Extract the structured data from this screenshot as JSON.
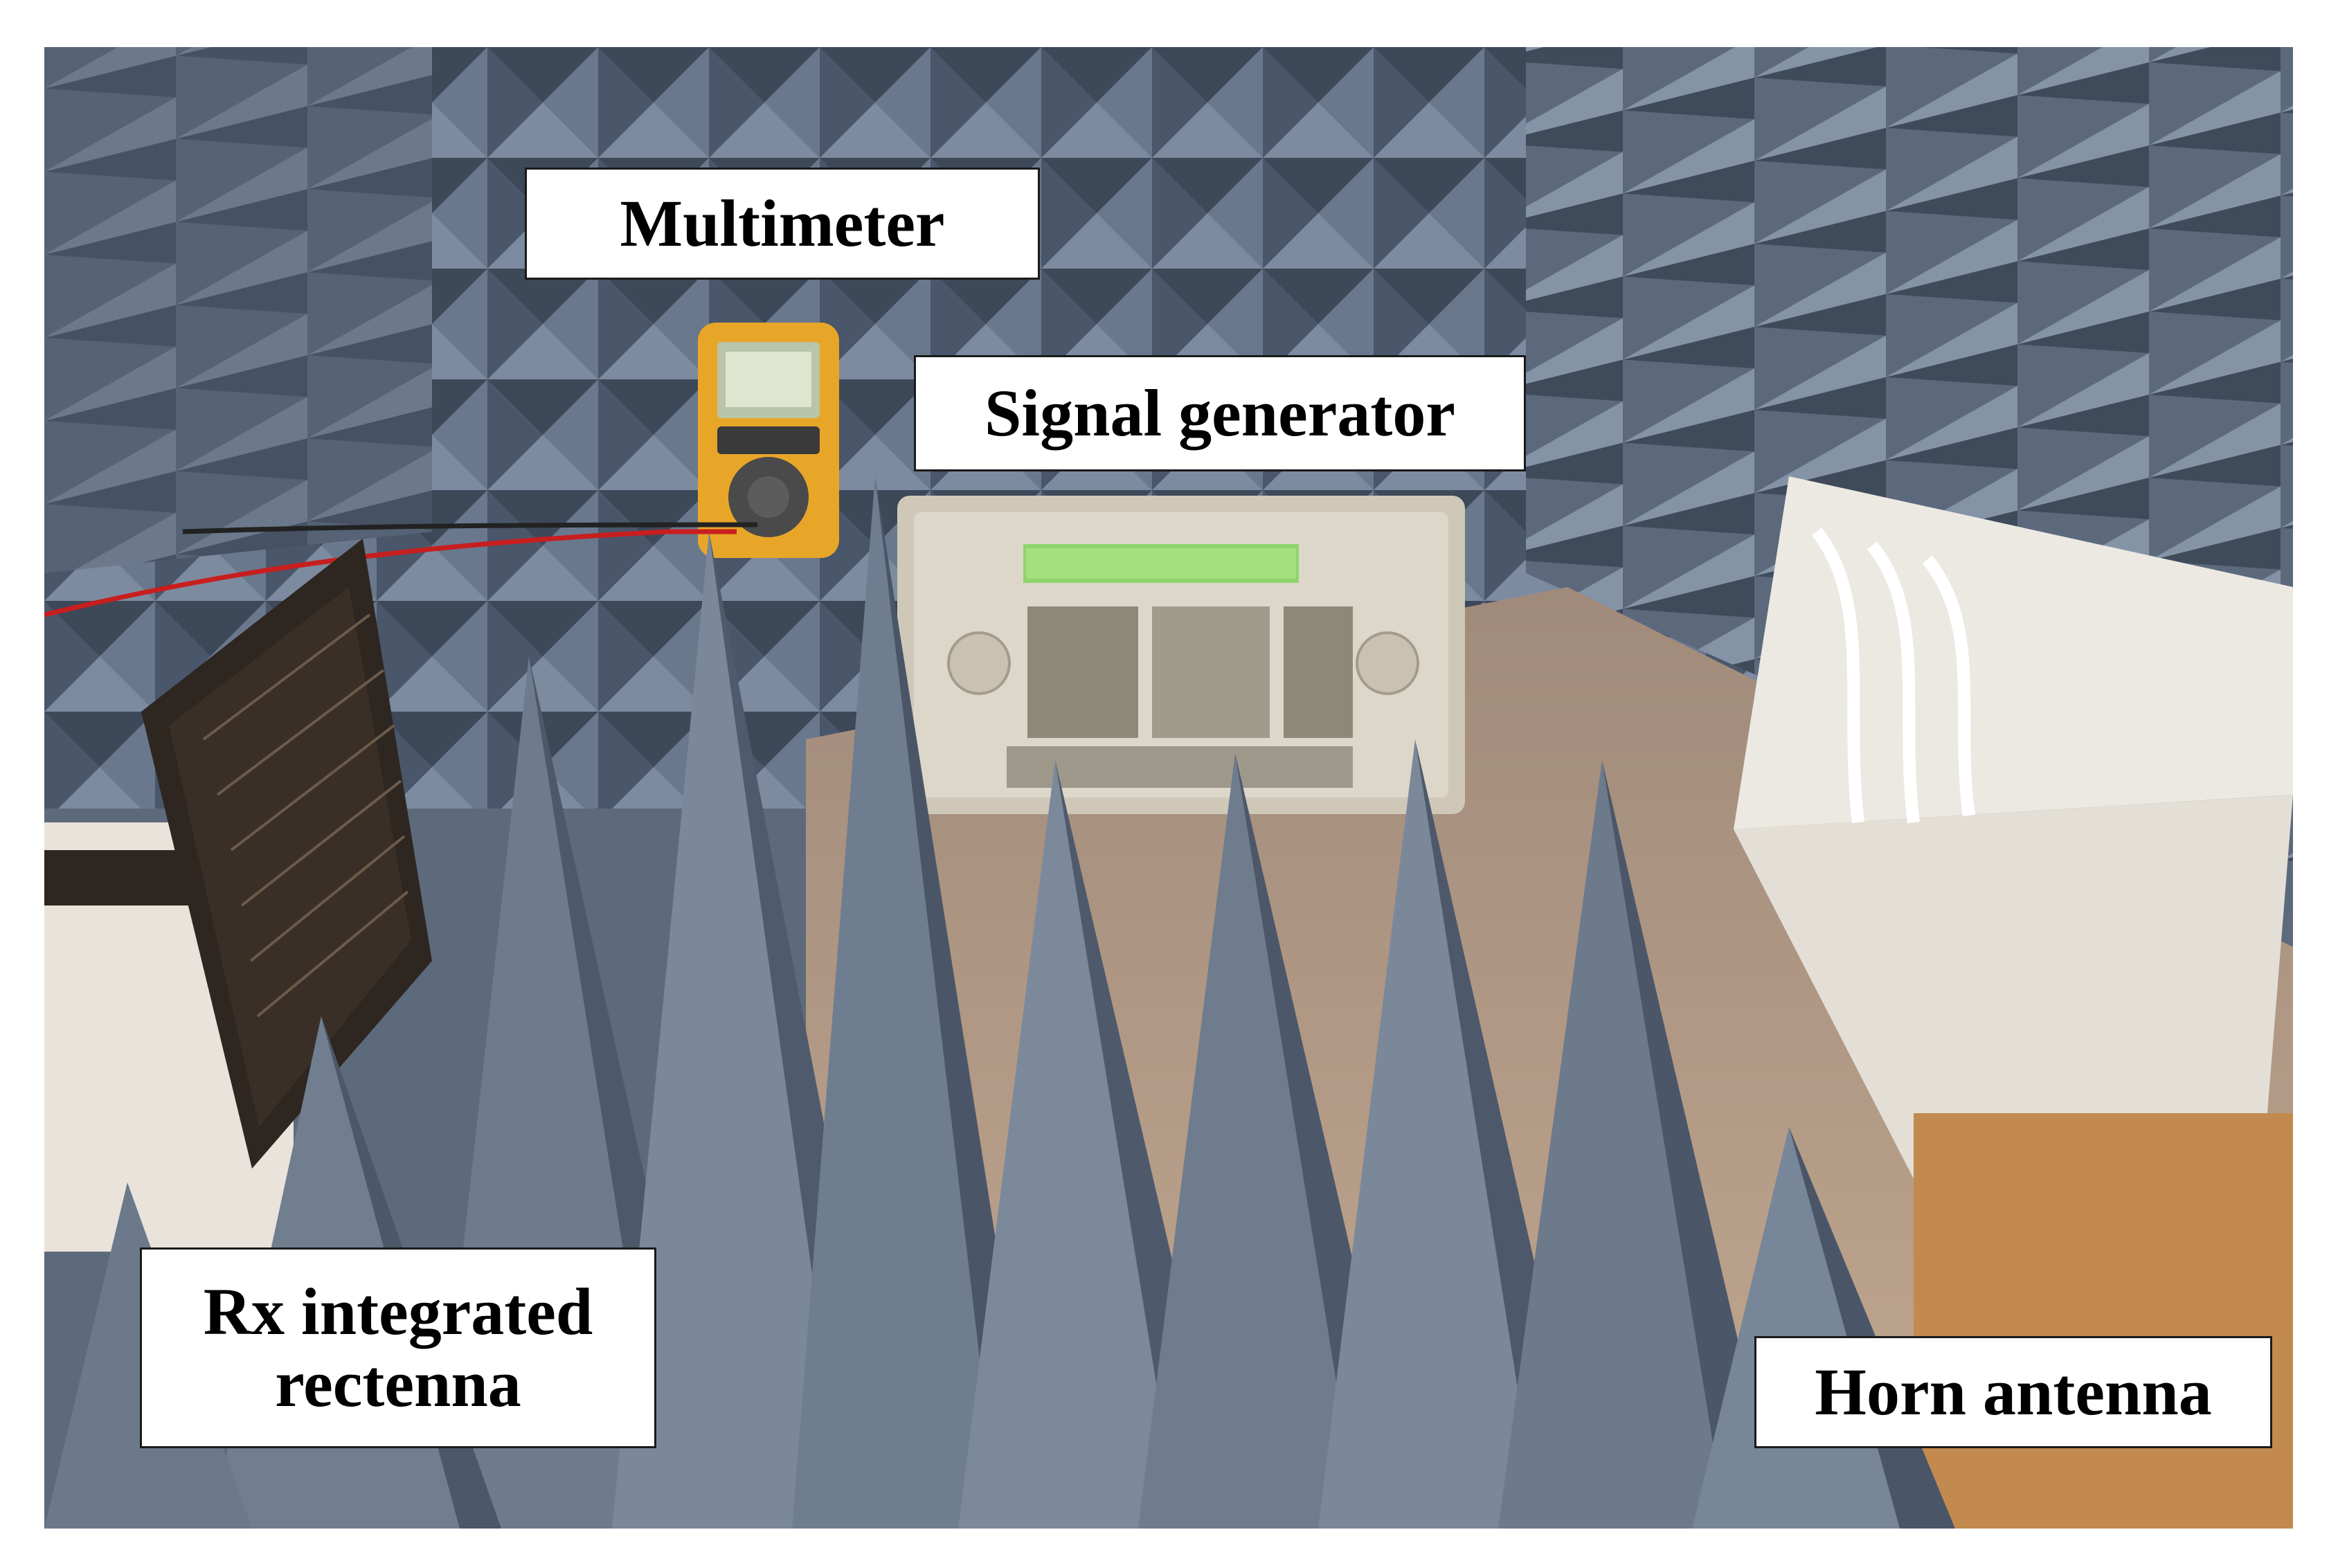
{
  "figure": {
    "labels": {
      "multimeter": "Multimeter",
      "signal_generator": "Signal generator",
      "rx_line1": "Rx integrated",
      "rx_line2": "rectenna",
      "horn_antenna": "Horn antenna"
    },
    "colors": {
      "absorber": "#5f6f82",
      "absorber_dark": "#3e4a5a",
      "absorber_light": "#8796a8",
      "floor": "#b49a86",
      "instrument": "#d8d2c4",
      "display": "#8fd46a",
      "multimeter_case": "#e8a628",
      "pcb": "#2e2620",
      "horn": "#ece9e2",
      "cardboard": "#c28a4e",
      "cable_red": "#c81e1e"
    }
  }
}
